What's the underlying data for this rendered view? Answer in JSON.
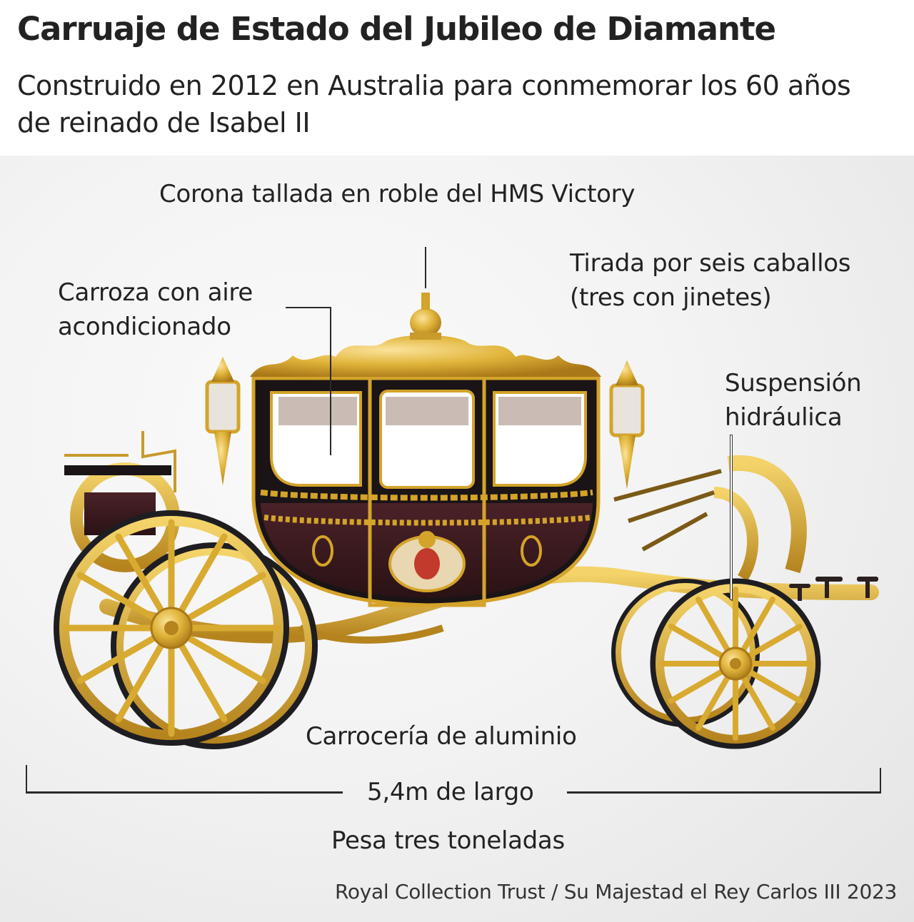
{
  "header": {
    "title": "Carruaje de Estado del Jubileo de Diamante",
    "subtitle": "Construido en 2012 en Australia para conmemorar los 60 años de reinado de Isabel II"
  },
  "annotations": {
    "crown": "Corona tallada en roble del HMS Victory",
    "air_conditioning": [
      "Carroza con aire",
      "acondicionado"
    ],
    "horses": [
      "Tirada por seis caballos",
      "(tres con jinetes)"
    ],
    "suspension": [
      "Suspensión",
      "hidráulica"
    ],
    "body": "Carrocería de aluminio",
    "length": "5,4m de largo",
    "weight": "Pesa tres toneladas"
  },
  "credit": "Royal Collection Trust / Su Majestad el Rey Carlos III 2023",
  "colors": {
    "text": "#222222",
    "gold": "#d4a32a",
    "gold_light": "#f0cf5a",
    "body_black": "#1a1416",
    "body_maroon": "#3b1a1e",
    "tyre": "#1e1e22",
    "background": "#f2f2f2"
  },
  "image": {
    "subject": "carriage-illustration"
  }
}
